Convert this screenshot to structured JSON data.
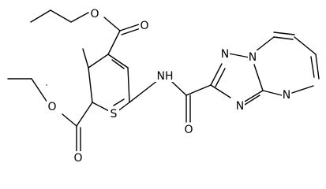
{
  "molecule": {
    "atoms": {
      "s1": "S",
      "n_amide": "NH",
      "n_a": "N",
      "n_b": "N",
      "n_c": "N",
      "n_d": "N",
      "o_amide": "O",
      "o_ester1_carbonyl": "O",
      "o_ester1_ether": "O",
      "o_ester2_carbonyl": "O",
      "o_ester2_ether": "O"
    },
    "colors": {
      "bond": "#000000",
      "label": "#000000",
      "background": "#ffffff"
    }
  }
}
